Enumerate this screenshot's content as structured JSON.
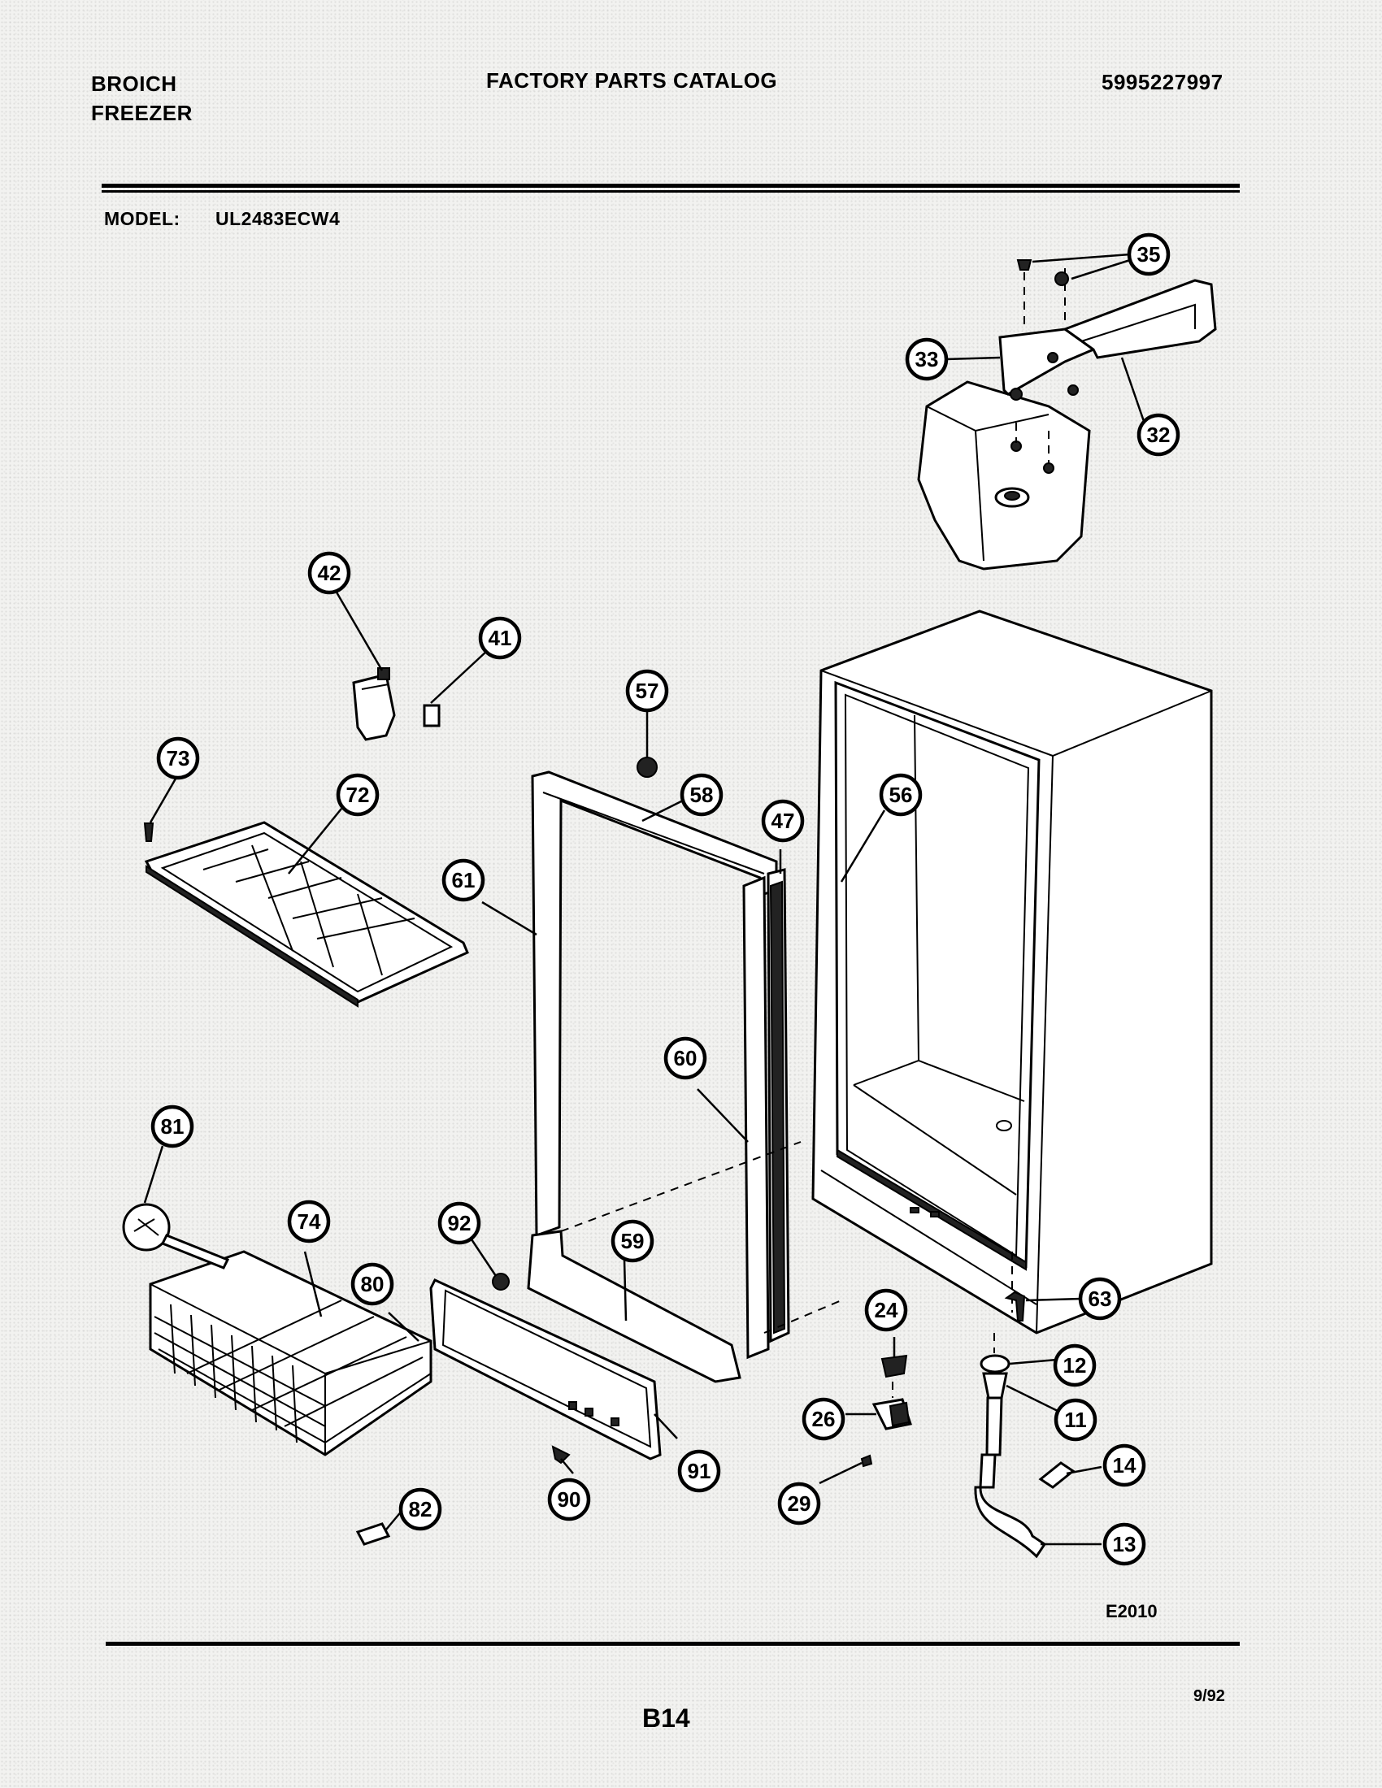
{
  "header": {
    "brand_line1": "BROICH",
    "brand_line2": "FREEZER",
    "title": "FACTORY PARTS CATALOG",
    "part_number": "5995227997",
    "model_label": "MODEL:",
    "model_value": "UL2483ECW4"
  },
  "footer": {
    "diagram_code": "E2010",
    "page_number": "B14",
    "date_code": "9/92"
  },
  "callouts": {
    "c35": "35",
    "c33": "33",
    "c32": "32",
    "c42": "42",
    "c41": "41",
    "c57": "57",
    "c58": "58",
    "c47": "47",
    "c56": "56",
    "c73": "73",
    "c72": "72",
    "c61": "61",
    "c60": "60",
    "c81": "81",
    "c74": "74",
    "c92": "92",
    "c59": "59",
    "c80": "80",
    "c24": "24",
    "c63": "63",
    "c12": "12",
    "c11": "11",
    "c26": "26",
    "c91": "91",
    "c14": "14",
    "c29": "29",
    "c90": "90",
    "c82": "82",
    "c13": "13"
  }
}
